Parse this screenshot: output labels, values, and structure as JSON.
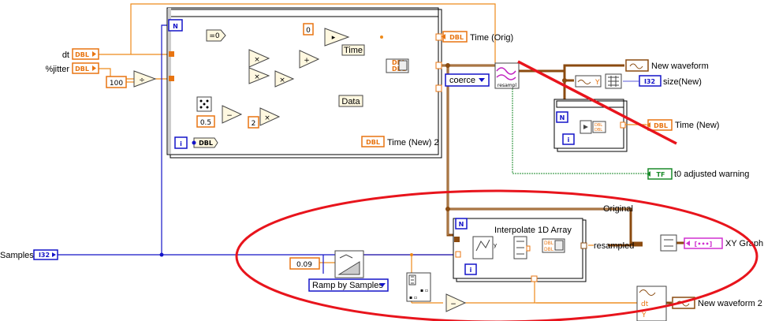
{
  "controls": {
    "dt": {
      "label": "dt",
      "type": "DBL"
    },
    "jitter": {
      "label": "%jitter",
      "type": "DBL"
    },
    "samples": {
      "label": "Samples",
      "type": "I32"
    }
  },
  "constants": {
    "c100": "100",
    "c0": "0",
    "c0_5": "0.5",
    "c2": "2",
    "eq0": "=0",
    "c0_09": "0.09"
  },
  "loop": {
    "n_label": "N",
    "i_label": "i",
    "time_label": "Time",
    "data_label": "Data",
    "dbl_label": "DBL"
  },
  "indicators": {
    "time_orig": {
      "label": "Time (Orig)",
      "type": "DBL"
    },
    "time_new2": {
      "label": "Time (New) 2",
      "type": "DBL"
    },
    "new_waveform": {
      "label": "New waveform"
    },
    "size_new": {
      "label": "size(New)",
      "type": "I32"
    },
    "time_new": {
      "label": "Time (New)",
      "type": "DBL"
    },
    "t0_warning": {
      "label": "t0 adjusted warning",
      "type": "TF"
    },
    "xy_graph": {
      "label": "XY Graph"
    },
    "new_waveform2": {
      "label": "New waveform 2"
    }
  },
  "nodes": {
    "coerce": "coerce",
    "resample": "resampl",
    "y_label": "Y",
    "interpolate": "Interpolate 1D Array",
    "original": "Original",
    "resampled": "resampled",
    "ramp": "Ramp by Samples",
    "dt": "dt",
    "y2": "Y"
  },
  "annotations": {
    "strike_color": "#e8141c",
    "ellipse_color": "#e8141c"
  }
}
